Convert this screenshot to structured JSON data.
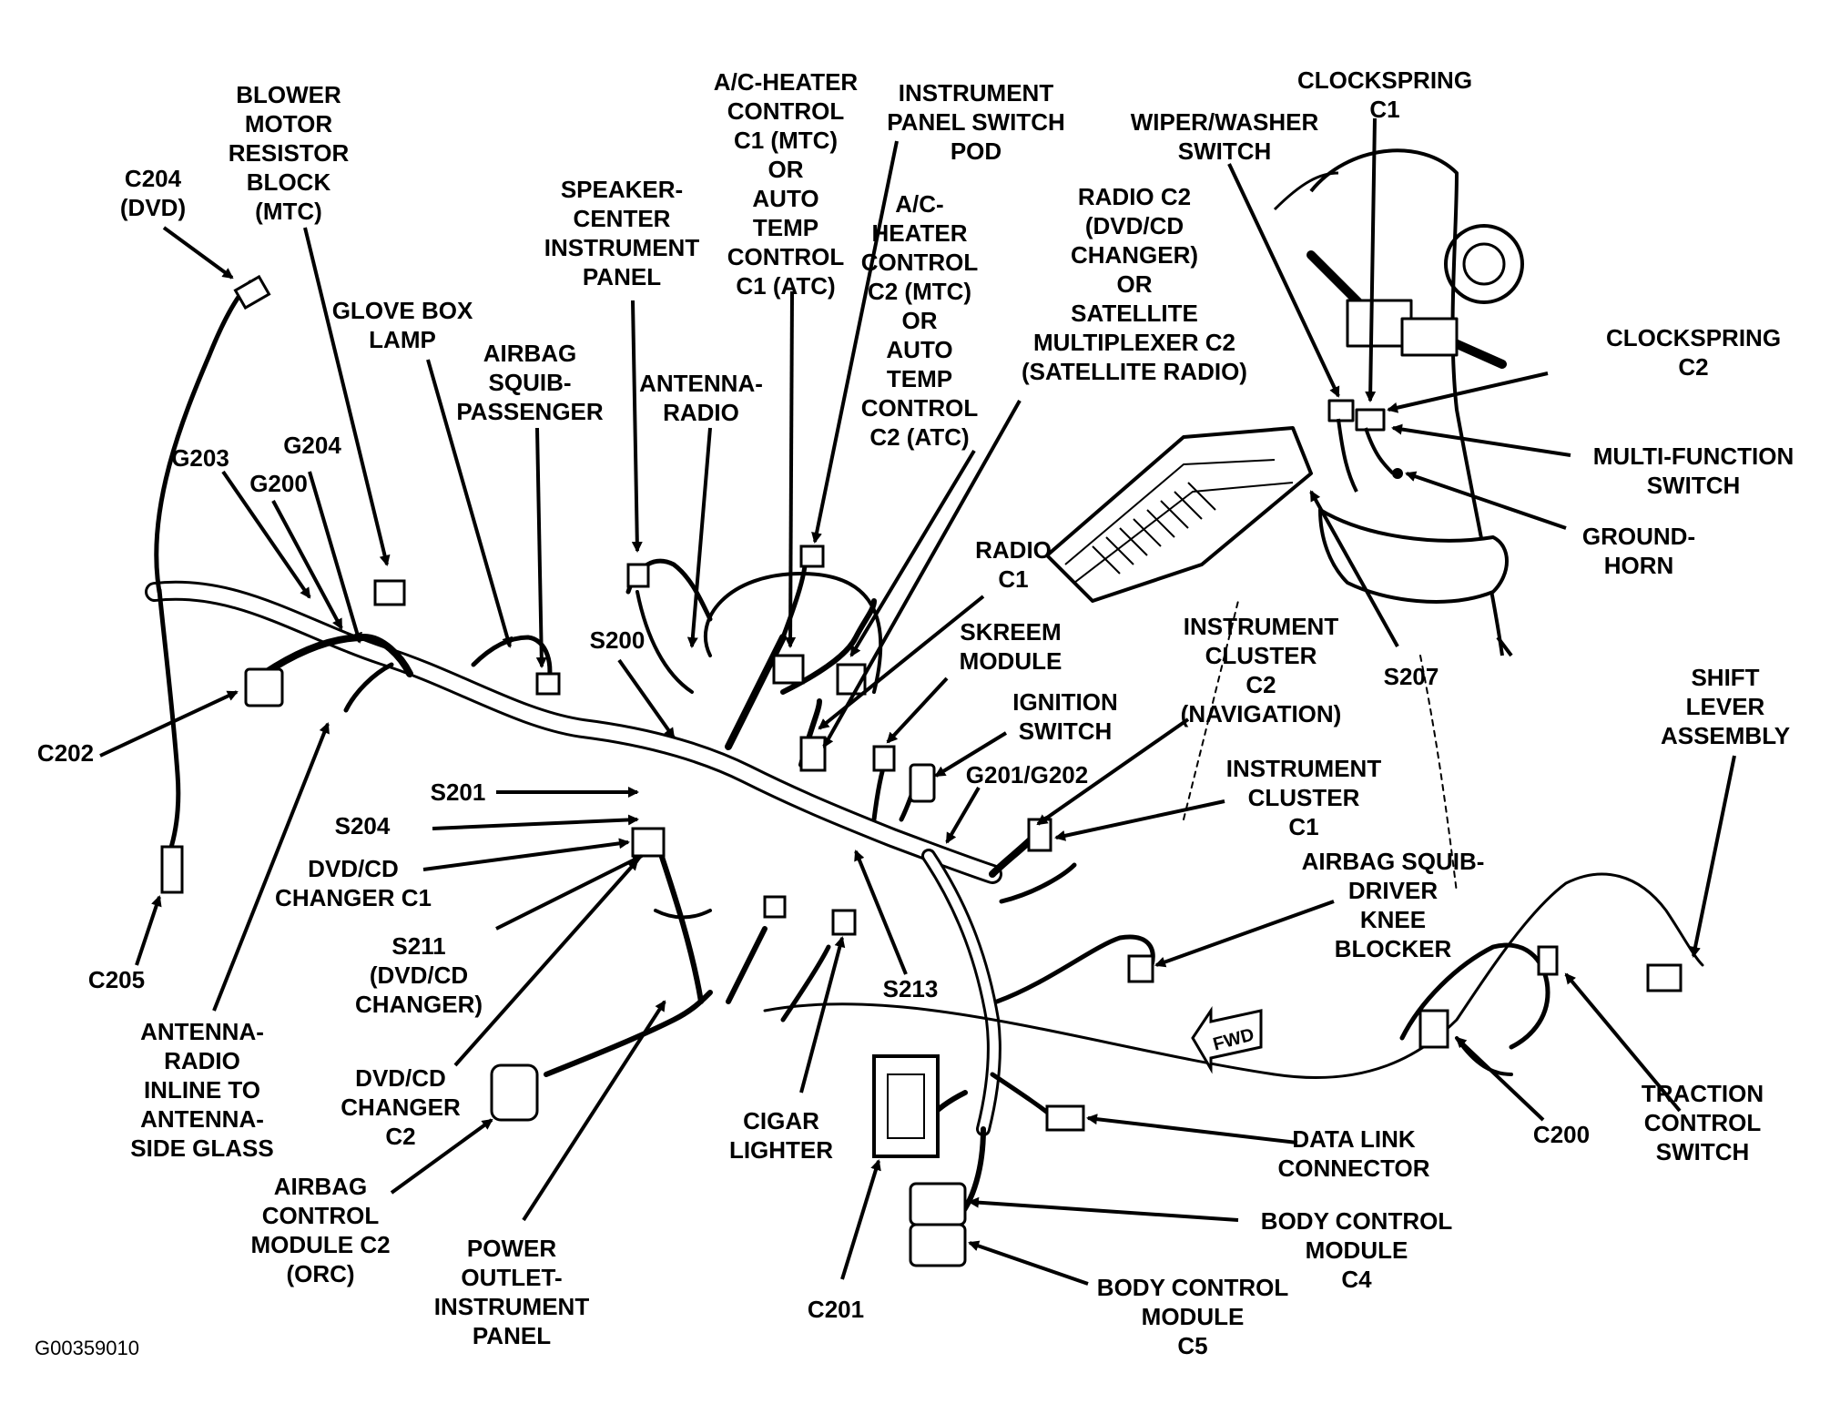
{
  "figure_code": "G00359010",
  "fwd_label": "FWD",
  "labels": {
    "blower_motor_resistor": "BLOWER\nMOTOR\nRESISTOR\nBLOCK\n(MTC)",
    "c204": "C204\n(DVD)",
    "glove_box_lamp": "GLOVE BOX\nLAMP",
    "airbag_squib_passenger": "AIRBAG\nSQUIB-\nPASSENGER",
    "speaker_center": "SPEAKER-\nCENTER\nINSTRUMENT\nPANEL",
    "ac_heater_c1": "A/C-HEATER\nCONTROL\nC1 (MTC)\nOR\nAUTO\nTEMP\nCONTROL\nC1 (ATC)",
    "instrument_panel_switch_pod": "INSTRUMENT\nPANEL SWITCH\nPOD",
    "ac_heater_c2": "A/C-\nHEATER\nCONTROL\nC2 (MTC)\nOR\nAUTO\nTEMP\nCONTROL\nC2 (ATC)",
    "antenna_radio": "ANTENNA-\nRADIO",
    "clockspring_c1": "CLOCKSPRING\nC1",
    "wiper_washer_switch": "WIPER/WASHER\nSWITCH",
    "radio_c2": "RADIO C2\n(DVD/CD\nCHANGER)\nOR\nSATELLITE\nMULTIPLEXER C2\n(SATELLITE RADIO)",
    "clockspring_c2": "CLOCKSPRING\nC2",
    "multi_function_switch": "MULTI-FUNCTION\nSWITCH",
    "ground_horn": "GROUND-\nHORN",
    "g203": "G203",
    "g204": "G204",
    "g200": "G200",
    "c202": "C202",
    "s200": "S200",
    "radio_c1": "RADIO\nC1",
    "skreem_module": "SKREEM\nMODULE",
    "instrument_cluster_c2": "INSTRUMENT\nCLUSTER\nC2\n(NAVIGATION)",
    "s207": "S207",
    "shift_lever_assembly": "SHIFT\nLEVER\nASSEMBLY",
    "ignition_switch": "IGNITION\nSWITCH",
    "s201": "S201",
    "s204": "S204",
    "g201_g202": "G201/G202",
    "instrument_cluster_c1": "INSTRUMENT\nCLUSTER\nC1",
    "dvd_cd_changer_c1": "DVD/CD\nCHANGER C1",
    "airbag_squib_driver_knee": "AIRBAG SQUIB-\nDRIVER\nKNEE\nBLOCKER",
    "s211": "S211\n(DVD/CD\nCHANGER)",
    "c205": "C205",
    "s213": "S213",
    "antenna_radio_inline": "ANTENNA-\nRADIO\nINLINE TO\nANTENNA-\nSIDE GLASS",
    "dvd_cd_changer_c2": "DVD/CD\nCHANGER\nC2",
    "cigar_lighter": "CIGAR\nLIGHTER",
    "traction_control_switch": "TRACTION\nCONTROL\nSWITCH",
    "c200": "C200",
    "data_link_connector": "DATA LINK\nCONNECTOR",
    "airbag_control_module_c2": "AIRBAG\nCONTROL\nMODULE C2\n(ORC)",
    "body_control_module_c4": "BODY CONTROL\nMODULE\nC4",
    "power_outlet": "POWER\nOUTLET-\nINSTRUMENT\nPANEL",
    "c201": "C201",
    "body_control_module_c5": "BODY CONTROL\nMODULE\nC5"
  }
}
